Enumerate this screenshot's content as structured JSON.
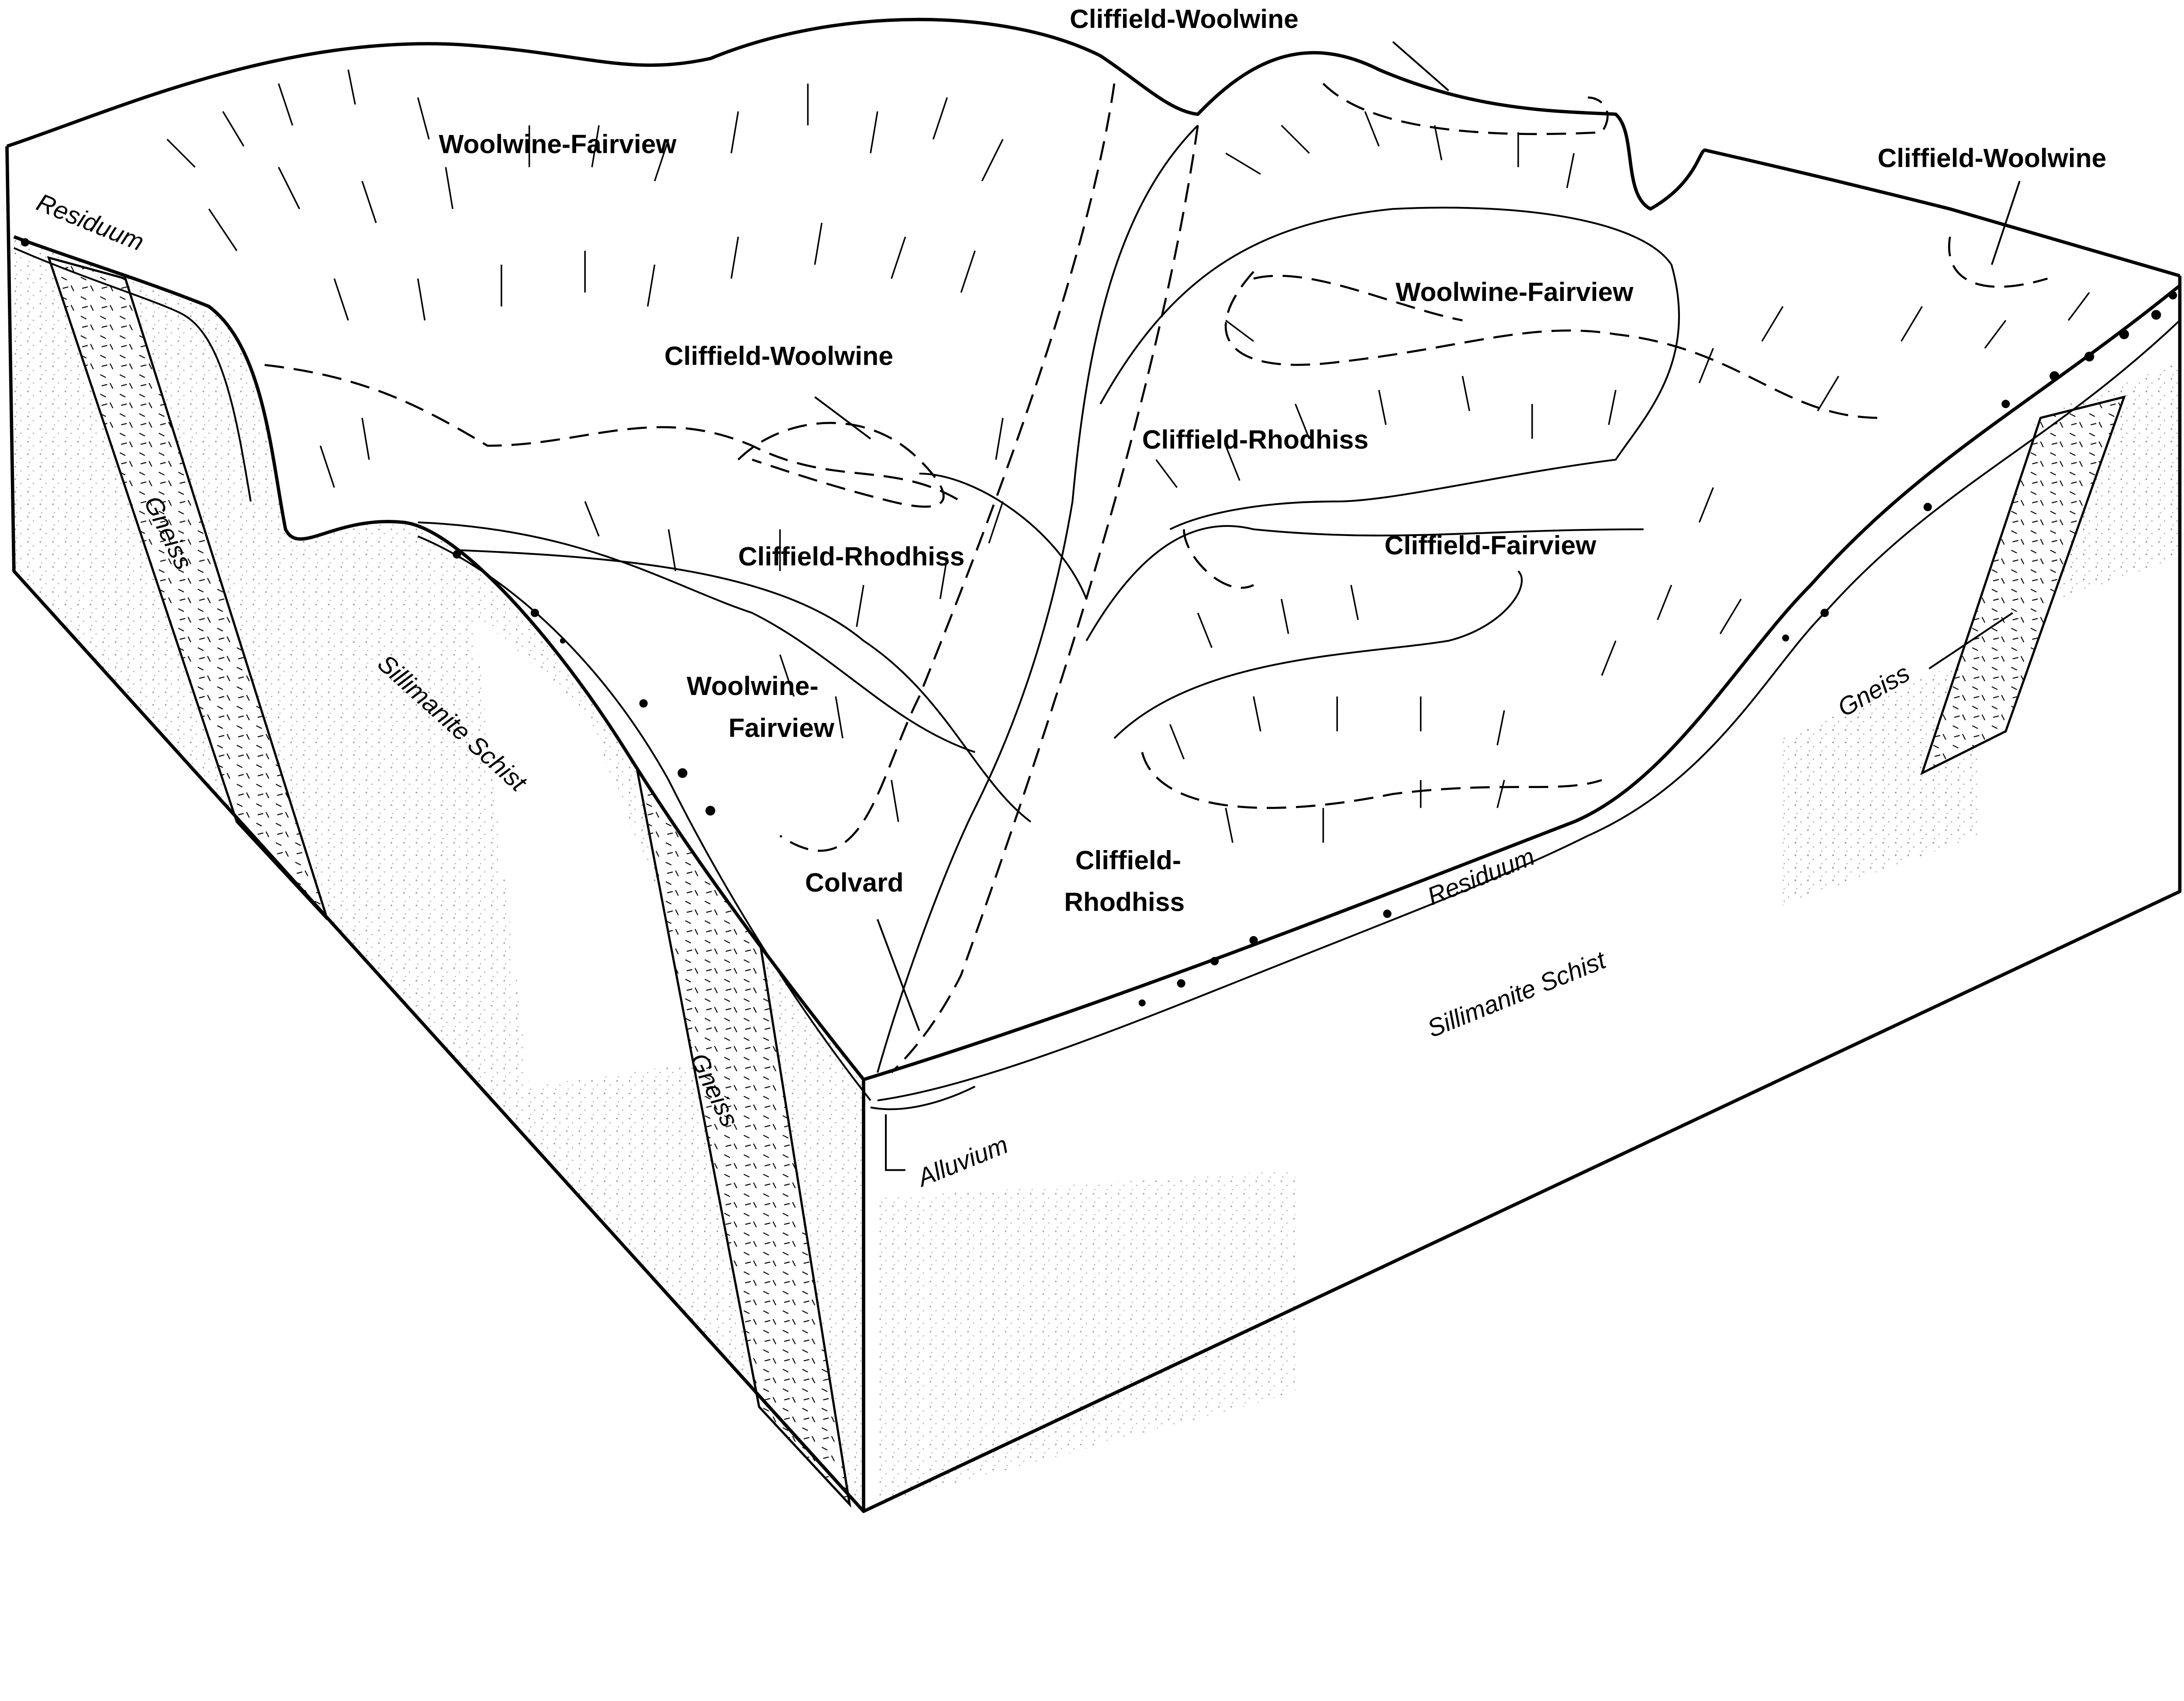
{
  "title": "Block diagram of soil map units and underlying geology",
  "soil_labels": {
    "woolwine_fairview_top": "Woolwine-Fairview",
    "cliffield_woolwine_top": "Cliffield-Woolwine",
    "cliffield_woolwine_right": "Cliffield-Woolwine",
    "cliffield_woolwine_center": "Cliffield-Woolwine",
    "woolwine_fairview_right": "Woolwine-Fairview",
    "cliffield_rhodhiss_right": "Cliffield-Rhodhiss",
    "cliffield_rhodhiss_center": "Cliffield-Rhodhiss",
    "cliffield_fairview": "Cliffield-Fairview",
    "woolwine_fairview_lower_1": "Woolwine-",
    "woolwine_fairview_lower_2": "Fairview",
    "cliffield_rhodhiss_lower_1": "Cliffield-",
    "cliffield_rhodhiss_lower_2": "Rhodhiss",
    "colvard": "Colvard"
  },
  "geology_labels": {
    "residuum_left": "Residuum",
    "residuum_right": "Residuum",
    "gneiss_left": "Gneiss",
    "gneiss_center": "Gneiss",
    "gneiss_right": "Gneiss",
    "schist_left": "Sillimanite Schist",
    "schist_right": "Sillimanite Schist",
    "alluvium": "Alluvium"
  }
}
